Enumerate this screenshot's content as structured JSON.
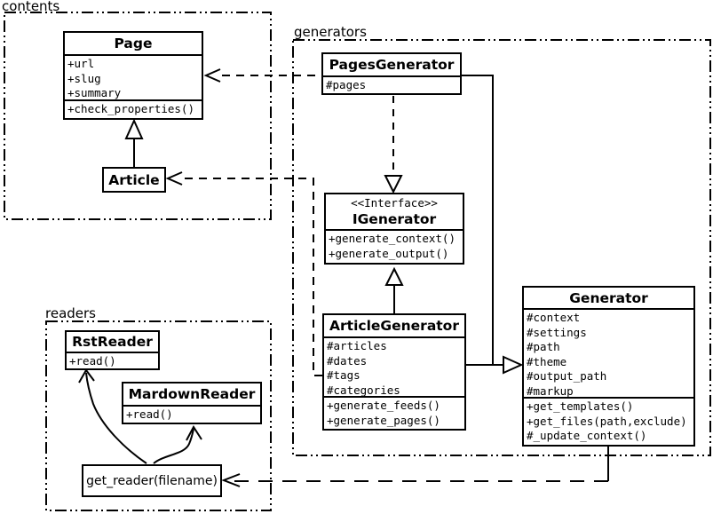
{
  "colors": {
    "background": "#ffffff",
    "line": "#000000"
  },
  "packages": {
    "contents": {
      "label": "contents"
    },
    "generators": {
      "label": "generators"
    },
    "readers": {
      "label": "readers"
    }
  },
  "classes": {
    "page": {
      "name": "Page",
      "attributes": [
        "+url",
        "+slug",
        "+summary"
      ],
      "methods": [
        "+check_properties()"
      ]
    },
    "article": {
      "name": "Article"
    },
    "pages_generator": {
      "name": "PagesGenerator",
      "attributes": [
        "#pages"
      ]
    },
    "igenerator": {
      "stereotype": "<<Interface>>",
      "name": "IGenerator",
      "methods": [
        "+generate_context()",
        "+generate_output()"
      ]
    },
    "article_generator": {
      "name": "ArticleGenerator",
      "attributes": [
        "#articles",
        "#dates",
        "#tags",
        "#categories"
      ],
      "methods": [
        "+generate_feeds()",
        "+generate_pages()"
      ]
    },
    "generator": {
      "name": "Generator",
      "attributes": [
        "#context",
        "#settings",
        "#path",
        "#theme",
        "#output_path",
        "#markup"
      ],
      "methods": [
        "+get_templates()",
        "+get_files(path,exclude)",
        "#_update_context()"
      ]
    },
    "rst_reader": {
      "name": "RstReader",
      "methods": [
        "+read()"
      ]
    },
    "mardown_reader": {
      "name": "MardownReader",
      "methods": [
        "+read()"
      ]
    },
    "get_reader": {
      "label": "get_reader(filename)"
    }
  }
}
